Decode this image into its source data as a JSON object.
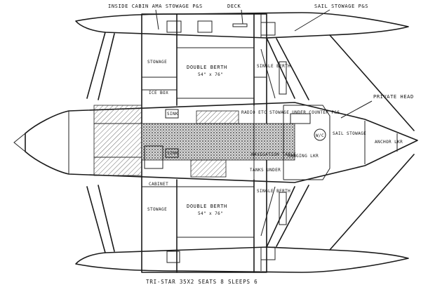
{
  "labels": {
    "inside_cabin_stowage": "INSIDE CABIN AMA STOWAGE P&S",
    "deck": "DECK",
    "sail_stowage_ps": "SAIL STOWAGE P&S",
    "stowage_top": "STOWAGE",
    "icebox": "ICE BOX",
    "double_berth_top": "DOUBLE BERTH",
    "double_berth_top_size": "54\" x 76\"",
    "single_berth_top": "SINGLE BERTH",
    "private_head": "PRIVATE HEAD",
    "radio_stowage": "RADIO ETC STOWAGE UNDER COUNTER P&S",
    "sail_stowage_bow": "SAIL STOWAGE",
    "anchor_lkr": "ANCHOR LKR",
    "wc": "W/C",
    "navigation_table": "NAVIGATION TABLE",
    "sink": "SINK",
    "sink_2": "SINK",
    "tanks_under": "TANKS UNDER",
    "hanging_lkr": "HANGING LKR",
    "cabinet": "CABINET",
    "double_berth_bottom": "DOUBLE BERTH",
    "double_berth_bottom_size": "54\" x 76\"",
    "single_berth_bottom": "SINGLE BERTH",
    "stowage_bottom": "STOWAGE",
    "title": "TRI-STAR 35X2  SEATS 8  SLEEPS 6"
  }
}
